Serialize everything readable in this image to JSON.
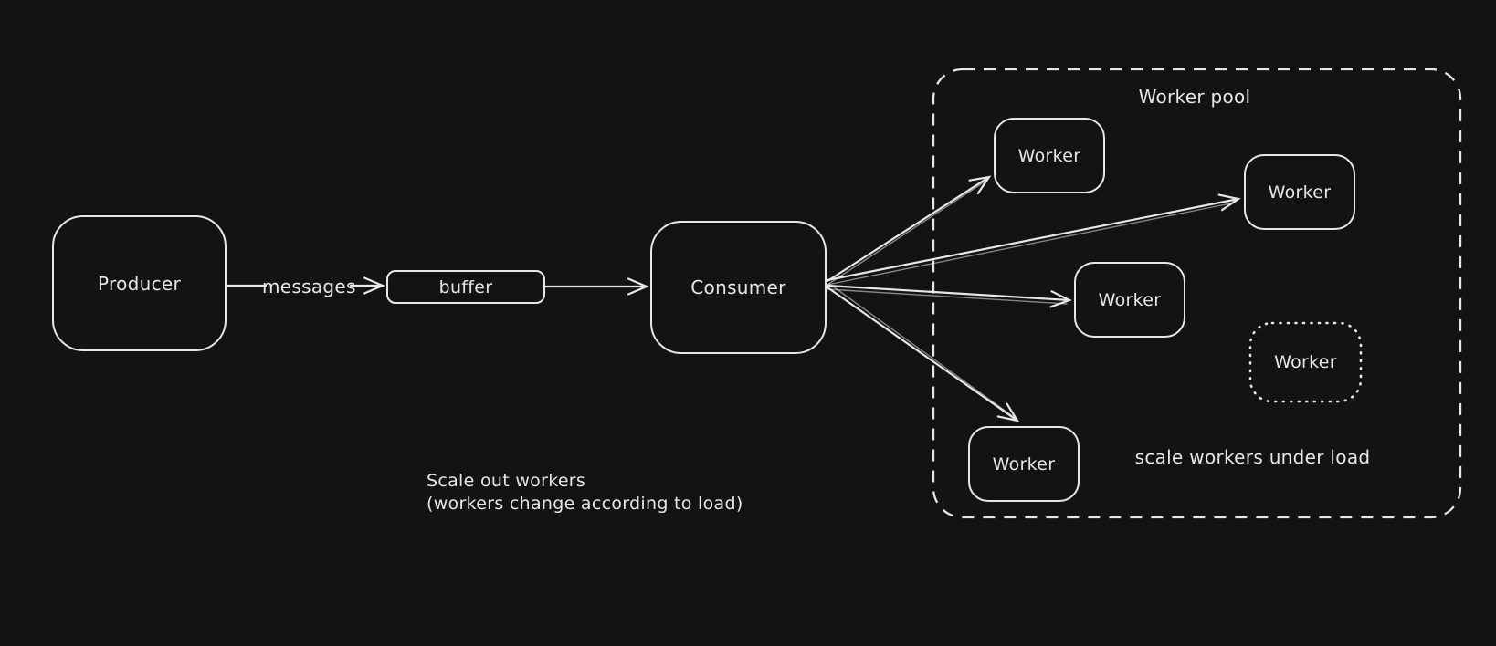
{
  "app": {
    "background": "#131313",
    "stroke_color": "#e6e6eb",
    "text_color": "#e6e6eb"
  },
  "diagram": {
    "producer": {
      "label": "Producer"
    },
    "buffer": {
      "label": "buffer"
    },
    "consumer": {
      "label": "Consumer"
    },
    "messages_edge": {
      "label": "messages"
    },
    "worker_pool": {
      "title": "Worker pool",
      "workers": [
        {
          "label": "Worker"
        },
        {
          "label": "Worker"
        },
        {
          "label": "Worker"
        },
        {
          "label": "Worker"
        }
      ],
      "standby_worker": {
        "label": "Worker"
      },
      "caption": "scale workers under load"
    },
    "note": {
      "line1": "Scale out workers",
      "line2": "(workers change according to load)"
    }
  }
}
